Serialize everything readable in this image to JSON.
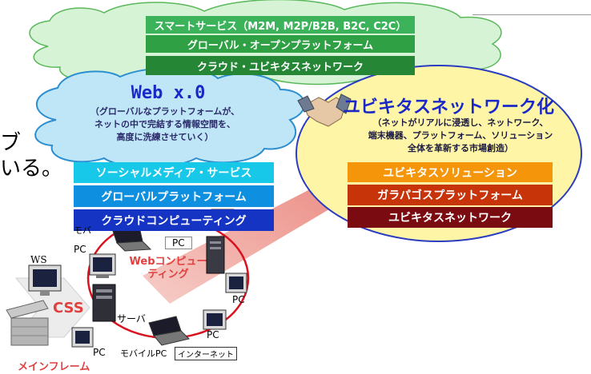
{
  "top_cloud": {
    "layers": [
      "スマートサービス（M2M, M2P/B2B, B2C, C2C）",
      "グローバル・オープンプラットフォーム",
      "クラウド・ユビキタスネットワーク"
    ]
  },
  "web_cloud": {
    "title": "Web x.0",
    "description": "（グローバルなプラットフォームが、\nネットの中で完結する情報空間を、\n高度に洗練させていく）",
    "layers": [
      "ソーシャルメディア・サービス",
      "グローバルプラットフォーム",
      "クラウドコンピューティング"
    ]
  },
  "ubiquitous_ellipse": {
    "title": "ユビキタスネットワーク化",
    "description": "（ネットがリアルに浸透し、ネットワーク、\n端末機器、プラットフォーム、ソリューション\n全体を革新する市場創造）",
    "layers": [
      "ユビキタスソリューション",
      "ガラパゴスプラットフォーム",
      "ユビキタスネットワーク"
    ]
  },
  "background_text": {
    "line1": "ブ",
    "line2": "いる。"
  },
  "network": {
    "ring_label": "Webコンピューティング",
    "css_label": "CSS",
    "labels": {
      "ws": "WS",
      "pc_top": "PC",
      "pc_topleft": "PC",
      "pc_left": "PC",
      "pc_right": "PC",
      "pc_bottom": "PC",
      "server": "サーバ",
      "mobile_top": "モバ",
      "mobile_pc": "モバイルPC",
      "internet": "インターネット",
      "mainframe": "メインフレーム"
    }
  },
  "colors": {
    "top_cloud_layers": [
      "#3cb35a",
      "#2fa043",
      "#258636"
    ],
    "web_layers": [
      "#18c8e8",
      "#0f8fe0",
      "#1534c4"
    ],
    "ubi_layers": [
      "#f5960a",
      "#c8340a",
      "#7a0b10"
    ],
    "web_title": "#1a28c8",
    "ubi_title": "#1a28c8"
  }
}
